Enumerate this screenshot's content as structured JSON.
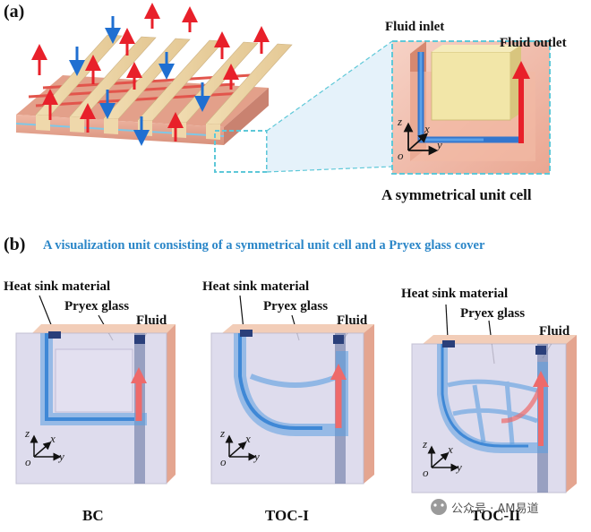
{
  "panel_a": {
    "tag": "(a)",
    "fluid_inlet": "Fluid inlet",
    "fluid_outlet": "Fluid outlet",
    "caption": "A symmetrical unit cell",
    "axes": {
      "z": "z",
      "x": "x",
      "y": "y",
      "o": "o"
    }
  },
  "panel_b": {
    "tag": "(b)",
    "subtitle": "A visualization unit consisting of a symmetrical unit cell and a Pryex glass cover",
    "units": [
      {
        "heat_sink": "Heat sink material",
        "glass": "Pryex glass",
        "fluid": "Fluid",
        "caption": "BC"
      },
      {
        "heat_sink": "Heat sink material",
        "glass": "Pryex glass",
        "fluid": "Fluid",
        "caption": "TOC-I"
      },
      {
        "heat_sink": "Heat sink material",
        "glass": "Pryex glass",
        "fluid": "Fluid",
        "caption": "TOC-II"
      }
    ],
    "axes": {
      "z": "z",
      "x": "x",
      "y": "y",
      "o": "o"
    }
  },
  "watermark": "公众号 · AM易道",
  "colors": {
    "inlet_arrow": "#1f6fd1",
    "outlet_arrow": "#e8202a",
    "fin": "#e9d3a5",
    "base": "#e5a896",
    "highlight": "#5ec8d8"
  }
}
